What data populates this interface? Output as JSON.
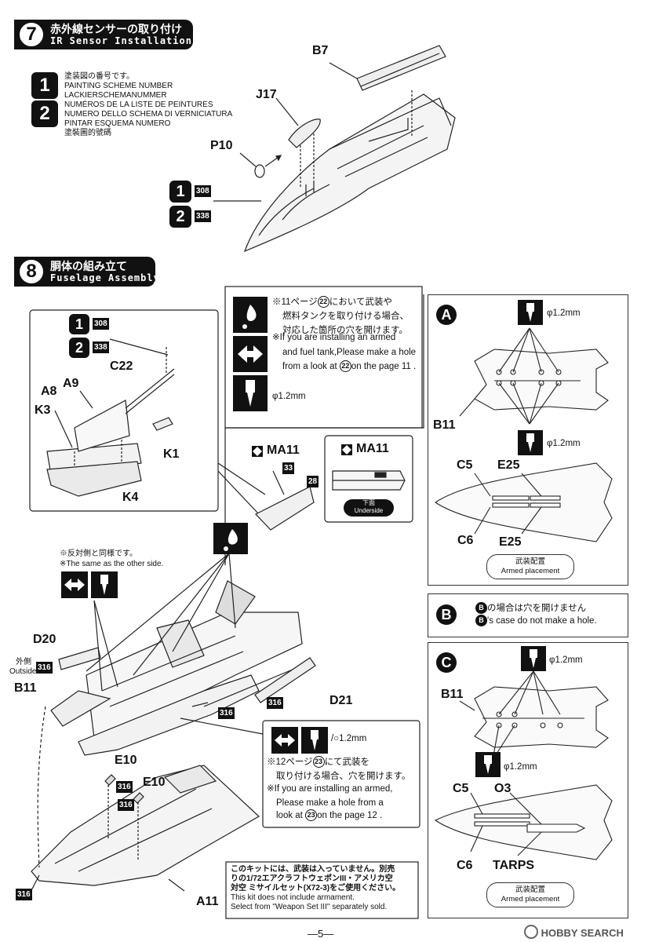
{
  "step7": {
    "number": "7",
    "title_jp": "赤外線センサーの取り付け",
    "title_en": "IR Sensor Installation"
  },
  "legend": {
    "lines": [
      "塗装図の番号です。",
      "PAINTING SCHEME NUMBER",
      "LACKIERSCHEMANUMMER",
      "NUMÉROS DE LA LISTE DE PEINTURES",
      "NUMERO DELLO SCHEMA DI VERNICIATURA",
      "PINTAR ESQUEMA NUMERO",
      "塗裝圖的號碼"
    ],
    "scheme1": "1",
    "scheme2": "2"
  },
  "step7_parts": {
    "b7": "B7",
    "j17": "J17",
    "p10": "P10",
    "s1": "1",
    "s2": "2",
    "c1": "308",
    "c2": "338"
  },
  "step8": {
    "number": "8",
    "title_jp": "胴体の組み立て",
    "title_en": "Fuselage Assembly"
  },
  "inset": {
    "s1": "1",
    "c1": "308",
    "s2": "2",
    "c2": "338",
    "c22": "C22",
    "a8": "A8",
    "a9": "A9",
    "k3": "K3",
    "k1": "K1",
    "k4": "K4"
  },
  "drill_note": {
    "jp1": "※11ページ",
    "jp_ref": "22",
    "jp1b": "において武装や",
    "jp2": "燃料タンクを取り付ける場合、",
    "jp3": "対応した箇所の穴を開けます。",
    "en1": "※If you are installing an armed",
    "en2": "and fuel tank,Please make a hole",
    "en3a": "from a look at",
    "en_ref": "22",
    "en3b": "on the page 11 .",
    "drill": "φ1.2mm"
  },
  "ma11": {
    "label1": "MA11",
    "label2": "MA11",
    "n33": "33",
    "n28": "28",
    "underside_jp": "下面",
    "underside_en": "Underside"
  },
  "same_note": {
    "jp": "※反対側と同様です。",
    "en": "※The same as the other side."
  },
  "fuselage": {
    "d20": "D20",
    "outside_jp": "外側",
    "outside_en": "Outside",
    "c316a": "316",
    "b11": "B11",
    "d21": "D21",
    "c316b": "316",
    "c316c": "316",
    "e10a": "E10",
    "e10b": "E10",
    "c316d": "316",
    "c316e": "316",
    "c316f": "316",
    "a11": "A11"
  },
  "note12": {
    "drill": "/○1.2mm",
    "jp1a": "※12ページ",
    "jp_ref": "23",
    "jp1b": "にて武装を",
    "jp2": "取り付ける場合、穴を開けます。",
    "en1": "※If you are installing an armed,",
    "en2": "Please make a hole from a",
    "en3a": "look at",
    "en_ref": "23",
    "en3b": "on the page 12 ."
  },
  "kit_note": {
    "jp1": "このキットには、武装は入っていません。別売",
    "jp2": "りの1/72エアクラフトウェポンIII・アメリカ空",
    "jp3": "対空 ミサイルセット(X72-3)をご使用ください。",
    "en1": "This kit does not include armament.",
    "en2": "Select from \"Weapon Set III\" separately sold."
  },
  "panelA": {
    "letter": "A",
    "drill1": "φ1.2mm",
    "drill2": "φ1.2mm",
    "b11": "B11",
    "c5": "C5",
    "e25a": "E25",
    "c6": "C6",
    "e25b": "E25",
    "placement_jp": "武装配置",
    "placement_en": "Armed placement"
  },
  "panelB": {
    "letter": "B",
    "ref1": "B",
    "jp": "の場合は穴を開けません",
    "ref2": "B",
    "en": "'s case do not make a hole."
  },
  "panelC": {
    "letter": "C",
    "drill1": "φ1.2mm",
    "drill2": "φ1.2mm",
    "b11": "B11",
    "c5": "C5",
    "o3": "O3",
    "c6": "C6",
    "tarps": "TARPS",
    "placement_jp": "武装配置",
    "placement_en": "Armed placement"
  },
  "footer": {
    "page": "—5—",
    "watermark": "HOBBY SEARCH"
  }
}
